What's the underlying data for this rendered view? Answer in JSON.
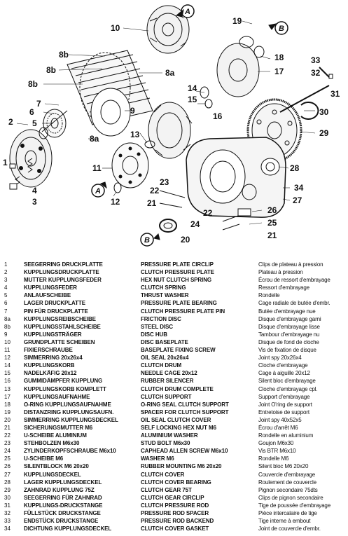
{
  "callouts": {
    "n10": "10",
    "n8b_1": "8b",
    "n8b_2": "8b",
    "n8b_3": "8b",
    "n8a_1": "8a",
    "n8a_2": "8a",
    "n9": "9",
    "n7": "7",
    "n6": "6",
    "n5": "5",
    "n2": "2",
    "n1": "1",
    "n4": "4",
    "n3": "3",
    "n14": "14",
    "n15": "15",
    "n16": "16",
    "n13": "13",
    "n11": "11",
    "n12": "12",
    "n19": "19",
    "n18": "18",
    "n17": "17",
    "n33": "33",
    "n32": "32",
    "n31": "31",
    "n30": "30",
    "n29": "29",
    "n28": "28",
    "n34": "34",
    "n27": "27",
    "n26": "26",
    "n25": "25",
    "n21_1": "21",
    "n21_2": "21",
    "n23": "23",
    "n22_1": "22",
    "n22_2": "22",
    "n24": "24",
    "n20": "20"
  },
  "markers": {
    "a_top": "A",
    "a_mid": "A",
    "b_top": "B",
    "b_bottom": "B"
  },
  "parts": [
    {
      "no": "1",
      "de": "SEEGERRING DRUCKPLATTE",
      "en": "PRESSURE PLATE CIRCLIP",
      "fr": "Clips de plateau à pression"
    },
    {
      "no": "2",
      "de": "KUPPLUNGSDRUCKPLATTE",
      "en": "CLUTCH PRESSURE PLATE",
      "fr": "Plateau à pression"
    },
    {
      "no": "3",
      "de": "MUTTER KUPPLUNGSFEDER",
      "en": "HEX NUT CLUTCH SPRING",
      "fr": "Écrou de ressort d'embrayage"
    },
    {
      "no": "4",
      "de": "KUPPLUNGSFEDER",
      "en": "CLUTCH SPRING",
      "fr": "Ressort d'embrayage"
    },
    {
      "no": "5",
      "de": "ANLAUFSCHEIBE",
      "en": "THRUST WASHER",
      "fr": "Rondelle"
    },
    {
      "no": "6",
      "de": "LAGER DRUCKPLATTE",
      "en": "PRESSURE PLATE BEARING",
      "fr": "Cage radiale de butée d'embr."
    },
    {
      "no": "7",
      "de": "PIN FÜR DRUCKPLATTE",
      "en": "CLUTCH PRESSURE PLATE PIN",
      "fr": "Butée d'embrayage nue"
    },
    {
      "no": "8a",
      "de": "KUPPLUNGSREIBSCHEIBE",
      "en": "FRICTION DISC",
      "fr": "Disque d'embrayage garni"
    },
    {
      "no": "8b",
      "de": "KUPPLUNGSSTAHLSCHEIBE",
      "en": "STEEL DISC",
      "fr": "Disque d'embrayage lisse"
    },
    {
      "no": "9",
      "de": "KUPPLUNGSTRÄGER",
      "en": "DISC HUB",
      "fr": "Tambour d'embrayage nu"
    },
    {
      "no": "10",
      "de": "GRUNDPLATTE SCHEIBEN",
      "en": "DISC BASEPLATE",
      "fr": "Disque de fond de cloche"
    },
    {
      "no": "11",
      "de": "FIXIERSCHRAUBE",
      "en": "BASEPLATE FIXING SCREW",
      "fr": "Vis de fixation de disque"
    },
    {
      "no": "12",
      "de": "SIMMERRING 20x26x4",
      "en": "OIL SEAL 20x26x4",
      "fr": "Joint spy 20x26x4"
    },
    {
      "no": "14",
      "de": "KUPPLUNGSKORB",
      "en": "CLUTCH DRUM",
      "fr": "Cloche d'embrayage"
    },
    {
      "no": "15",
      "de": "NADELKÄFIG 20x12",
      "en": "NEEDLE CAGE 20x12",
      "fr": "Cage à aiguille 20x12"
    },
    {
      "no": "16",
      "de": "GUMMIDÄMPFER KUPPLUNG",
      "en": "RUBBER SILENCER",
      "fr": "Silent bloc d'embrayage"
    },
    {
      "no": "13",
      "de": "KUPPLUNGSKORB KOMPLETT",
      "en": "CLUTCH DRUM COMPLETE",
      "fr": "Cloche d'embrayage cpl."
    },
    {
      "no": "17",
      "de": "KUPPLUNGSAUFNAHME",
      "en": "CLUTCH SUPPORT",
      "fr": "Support d'embrayage"
    },
    {
      "no": "18",
      "de": "O-RING KUPPLUNGSAUFNAHME",
      "en": "O-RING SEAL CLUTCH SUPPORT",
      "fr": "Joint O'ring de support"
    },
    {
      "no": "19",
      "de": "DISTANZRING KUPPLUNGSAUFN.",
      "en": "SPACER FOR CLUTCH SUPPORT",
      "fr": "Entretoise de support"
    },
    {
      "no": "20",
      "de": "SIMMERRING KUPPLUNGSDECKEL",
      "en": "OIL SEAL CLUTCH COVER",
      "fr": "Joint spy 40x52x5"
    },
    {
      "no": "21",
      "de": "SICHERUNGSMUTTER M6",
      "en": "SELF LOCKING HEX NUT M6",
      "fr": "Écrou d'arrêt M6"
    },
    {
      "no": "22",
      "de": "U-SCHEIBE ALUMINIUM",
      "en": "ALUMINIUM WASHER",
      "fr": "Rondelle en aluminium"
    },
    {
      "no": "23",
      "de": "STEHBOLZEN M6x30",
      "en": "STUD BOLT M6x30",
      "fr": "Goujon M6x30"
    },
    {
      "no": "24",
      "de": "ZYLINDERKOPFSCHRAUBE M6x10",
      "en": "CAPHEAD ALLEN SCREW M6x10",
      "fr": "Vis BTR M6x10"
    },
    {
      "no": "25",
      "de": "U-SCHEIBE M6",
      "en": "WASHER M6",
      "fr": "Rondelle M6"
    },
    {
      "no": "26",
      "de": "SILENTBLOCK M6 20x20",
      "en": "RUBBER MOUNTING M6 20x20",
      "fr": "Silent bloc M6 20x20"
    },
    {
      "no": "27",
      "de": "KUPPLUNGSDECKEL",
      "en": "CLUTCH COVER",
      "fr": "Couvercle d'embrayage"
    },
    {
      "no": "28",
      "de": "LAGER KUPPLUNGSDECKEL",
      "en": "CLUTCH COVER BEARING",
      "fr": "Roulement de couvercle"
    },
    {
      "no": "29",
      "de": "ZAHNRAD KUPPLUNG 75Z",
      "en": "CLUTCH GEAR 75T",
      "fr": "Pignon secondaire 75dts"
    },
    {
      "no": "30",
      "de": "SEEGERRING FÜR ZAHNRAD",
      "en": "CLUTCH GEAR CIRCLIP",
      "fr": "Clips de pignon secondaire"
    },
    {
      "no": "31",
      "de": "KUPPLUNGS-DRUCKSTANGE",
      "en": "CLUTCH PRESSURE ROD",
      "fr": "Tige de poussée d'embrayage"
    },
    {
      "no": "32",
      "de": "FÜLLSTÜCK DRUCKSTANGE",
      "en": "PRESSURE ROD SPACER",
      "fr": "Pièce intercalaire de tige"
    },
    {
      "no": "33",
      "de": "ENDSTÜCK DRUCKSTANGE",
      "en": "PRESSURE ROD BACKEND",
      "fr": "Tige interne à embout"
    },
    {
      "no": "34",
      "de": "DICHTUNG KUPPLUNGSDECKEL",
      "en": "CLUTCH COVER GASKET",
      "fr": "Joint de couvercle d'embr."
    }
  ]
}
